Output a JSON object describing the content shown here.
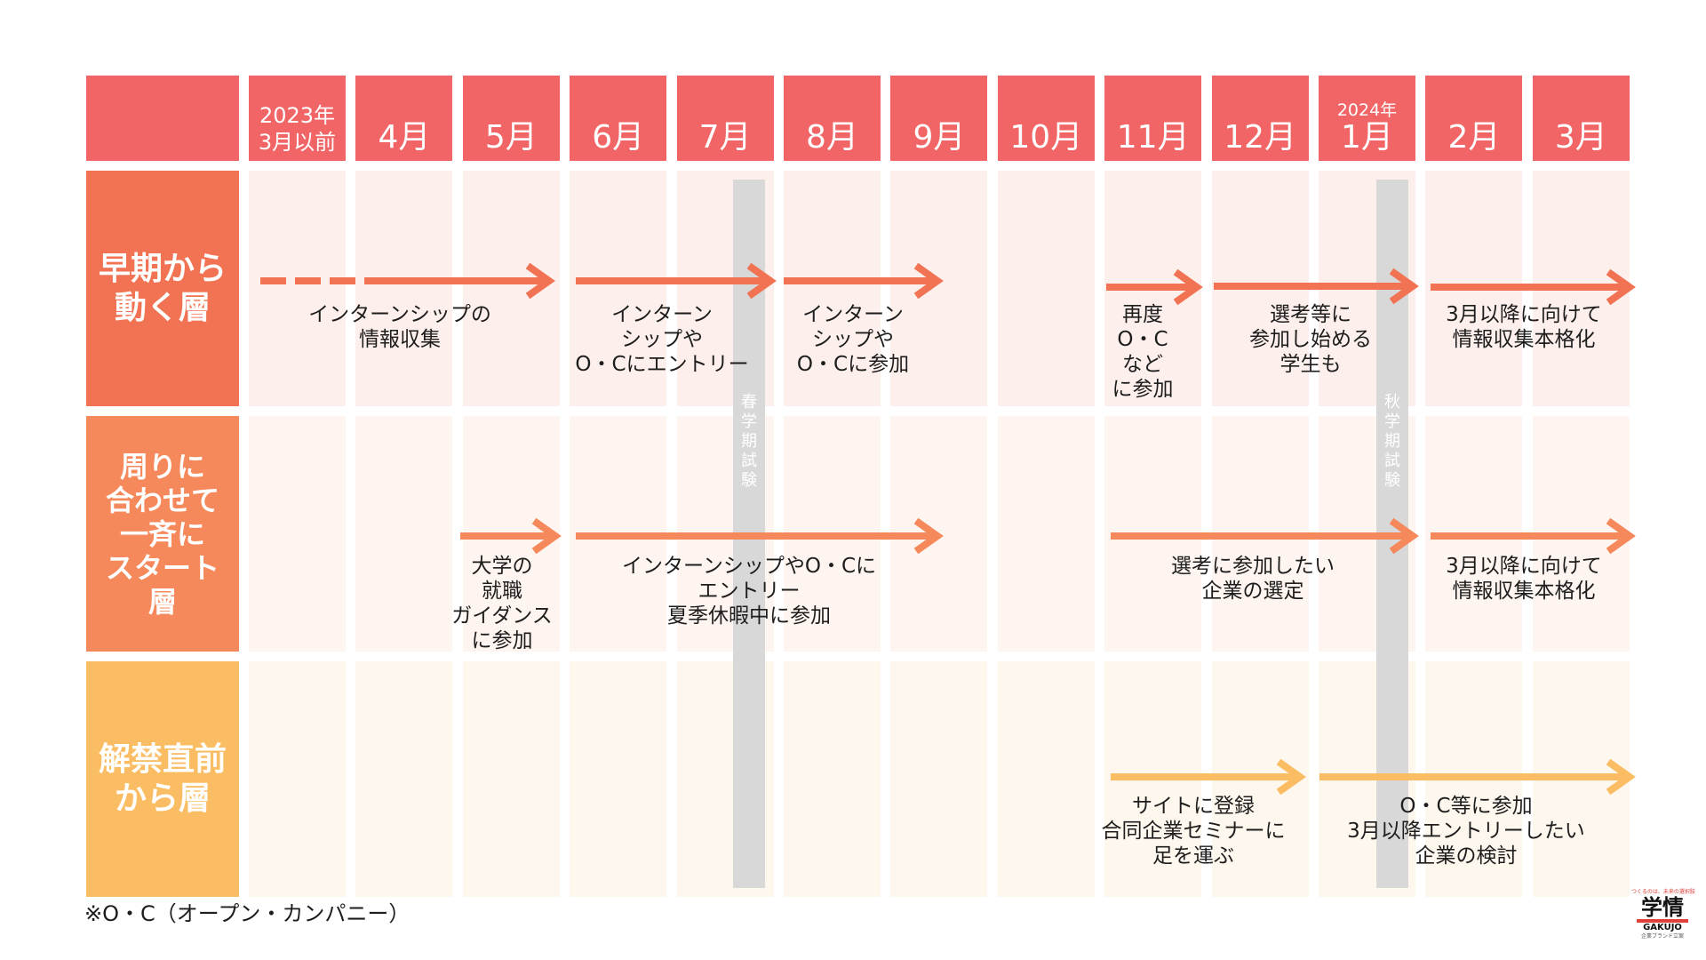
{
  "header": {
    "months": [
      {
        "year": "2023年",
        "label": "3月以前"
      },
      {
        "year": "",
        "label": "4月"
      },
      {
        "year": "",
        "label": "5月"
      },
      {
        "year": "",
        "label": "6月"
      },
      {
        "year": "",
        "label": "7月"
      },
      {
        "year": "",
        "label": "8月"
      },
      {
        "year": "",
        "label": "9月"
      },
      {
        "year": "",
        "label": "10月"
      },
      {
        "year": "",
        "label": "11月"
      },
      {
        "year": "",
        "label": "12月"
      },
      {
        "year": "2024年",
        "label": "1月"
      },
      {
        "year": "",
        "label": "2月"
      },
      {
        "year": "",
        "label": "3月"
      }
    ]
  },
  "rows": [
    {
      "label": "早期から\n動く層",
      "color": "#f17353"
    },
    {
      "label": "周りに\n合わせて\n一斉に\nスタート\n層",
      "color": "#f5895b"
    },
    {
      "label": "解禁直前\nから層",
      "color": "#fbbd63"
    }
  ],
  "exams": [
    {
      "label": "春\n学\n期\n試\n験"
    },
    {
      "label": "秋\n学\n期\n試\n験"
    }
  ],
  "notes": {
    "early": [
      "インターンシップの\n情報収集",
      "インターン\nシップや\nO・Cにエントリー",
      "インターン\nシップや\nO・Cに参加",
      "再度\nO・C\nなど\nに参加",
      "選考等に\n参加し始める\n学生も",
      "3月以降に向けて\n情報収集本格化"
    ],
    "mid": [
      "大学の\n就職\nガイダンス\nに参加",
      "インターンシップやO・Cに\nエントリー\n夏季休暇中に参加",
      "選考に参加したい\n企業の選定",
      "3月以降に向けて\n情報収集本格化"
    ],
    "late": [
      "サイトに登録\n合同企業セミナーに\n足を運ぶ",
      "O・C等に参加\n3月以降エントリーしたい\n企業の検討"
    ]
  },
  "footnote": "※O・C（オープン・カンパニー）",
  "logo": {
    "tagline": "つくるのは、未来の選択肢",
    "mark": "学情",
    "romaji": "GAKUJO",
    "sub": "企業ブランド立案"
  },
  "colors": {
    "header": "#f16566",
    "early_arrow": "#f17353",
    "mid_arrow": "#f5895b",
    "late_arrow": "#fbbd63",
    "exam_bar": "#d8d8d8"
  }
}
